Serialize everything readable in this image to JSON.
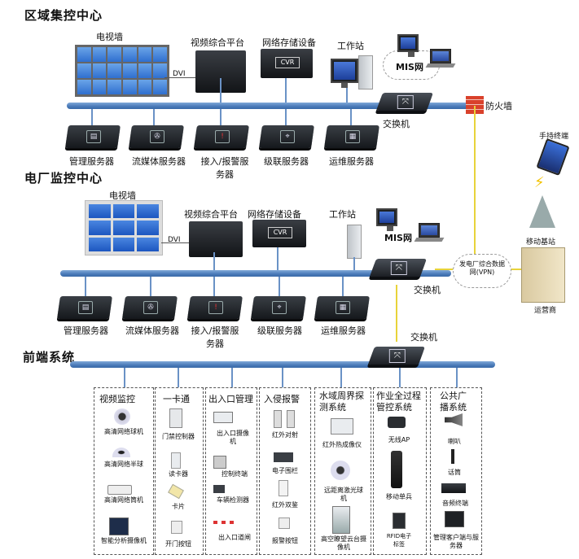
{
  "regional_center": {
    "title": "区域集控中心",
    "video_wall": "电视墙",
    "dvi": "DVI",
    "video_platform": "视频综合平台",
    "storage": "网络存储设备",
    "cvr": "CVR",
    "workstation": "工作站",
    "mis": "MIS网",
    "switch": "交换机",
    "firewall": "防火墙",
    "servers": [
      "管理服务器",
      "流媒体服务器",
      "接入/报警服务器",
      "级联服务器",
      "运维服务器"
    ]
  },
  "plant_center": {
    "title": "电厂监控中心",
    "video_wall": "电视墙",
    "dvi": "DVI",
    "video_platform": "视频综合平台",
    "storage": "网络存储设备",
    "cvr": "CVR",
    "workstation": "工作站",
    "mis": "MIS网",
    "switch": "交换机",
    "servers": [
      "管理服务器",
      "流媒体服务器",
      "接入/报警服务器",
      "级联服务器",
      "运维服务器"
    ]
  },
  "external": {
    "handheld": "手持终端",
    "base_station": "移动基站",
    "data_network": "发电厂综合数据网(VPN)",
    "operator": "运营商"
  },
  "frontend": {
    "title": "前端系统",
    "switch": "交换机",
    "groups": [
      {
        "title": "视频监控",
        "items": [
          "高清网络球机",
          "高清网络半球",
          "高清网络筒机",
          "智能分析摄像机"
        ]
      },
      {
        "title": "一卡通",
        "items": [
          "门禁控制器",
          "读卡器",
          "卡片",
          "开门按钮"
        ]
      },
      {
        "title": "出入口管理",
        "items": [
          "出入口摄像机",
          "控制终端",
          "车辆检测器",
          "出入口道闸"
        ]
      },
      {
        "title": "入侵报警",
        "items": [
          "红外对射",
          "电子围栏",
          "红外双鉴",
          "报警按钮"
        ]
      },
      {
        "title": "水域周界探测系统",
        "items": [
          "红外热成像仪",
          "远距离激光球机",
          "高空瞭望云台摄像机"
        ]
      },
      {
        "title": "作业全过程管控系统",
        "items": [
          "无线AP",
          "移动单兵",
          "RFID电子标签"
        ]
      },
      {
        "title": "公共广播系统",
        "items": [
          "喇叭",
          "话筒",
          "音频终端",
          "管理客户端与服务器"
        ]
      }
    ]
  },
  "colors": {
    "bus": "#4a7ab8",
    "vpn_line": "#e8d33a",
    "server": "#1c1f24"
  }
}
